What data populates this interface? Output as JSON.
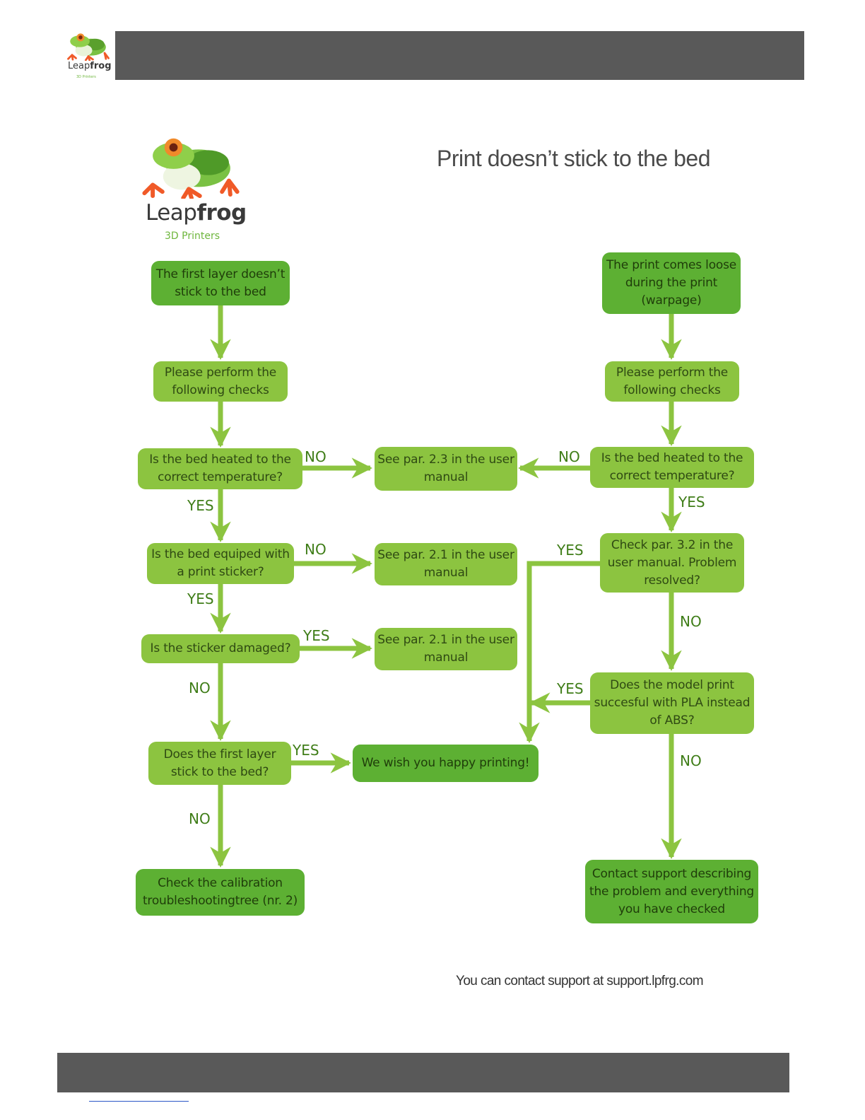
{
  "brand": {
    "name_regular": "Leap",
    "name_bold": "frog",
    "tagline": "3D Printers"
  },
  "title": "Print doesn’t stick to the bed",
  "colors": {
    "header_bar": "#595959",
    "box_light": "#8cc440",
    "box_dark": "#5db033",
    "arrow": "#8cc440",
    "label": "#3f7d18"
  },
  "flowchart": {
    "nodes": {
      "first_layer": "The first layer doesn’t stick to the bed",
      "left_checks": "Please perform the following checks",
      "left_bed_heated": "Is the bed heated to the correct temperature?",
      "par_23": "See par. 2.3 in the user manual",
      "bed_sticker": "Is the bed equiped with a print sticker?",
      "par_21_a": "See par. 2.1 in the user manual",
      "sticker_damaged": "Is the sticker damaged?",
      "par_21_b": "See par. 2.1 in the user manual",
      "first_layer_stick": "Does the first layer stick to the bed?",
      "happy": "We wish you happy printing!",
      "calibration": "Check the calibration troubleshootingtree (nr. 2)",
      "comes_loose": "The print comes loose during the print (warpage)",
      "right_checks": "Please perform the following checks",
      "right_bed_heated": "Is the bed heated to the correct temperature?",
      "par_32": "Check par. 3.2 in the user manual. Problem resolved?",
      "pla_vs_abs": "Does the model print succesful with PLA instead of ABS?",
      "contact_support": "Contact support describing the problem and everything you have checked"
    },
    "labels": {
      "l_heat_no": "NO",
      "l_heat_yes": "YES",
      "l_sticker_no": "NO",
      "l_sticker_yes": "YES",
      "l_damaged_yes": "YES",
      "l_damaged_no": "NO",
      "l_stick_yes": "YES",
      "l_stick_no": "NO",
      "r_heat_no": "NO",
      "r_heat_yes": "YES",
      "r_par32_yes": "YES",
      "r_par32_no": "NO",
      "r_pla_yes": "YES",
      "r_pla_no": "NO"
    }
  },
  "contact": "You can contact support at support.lpfrg.com"
}
